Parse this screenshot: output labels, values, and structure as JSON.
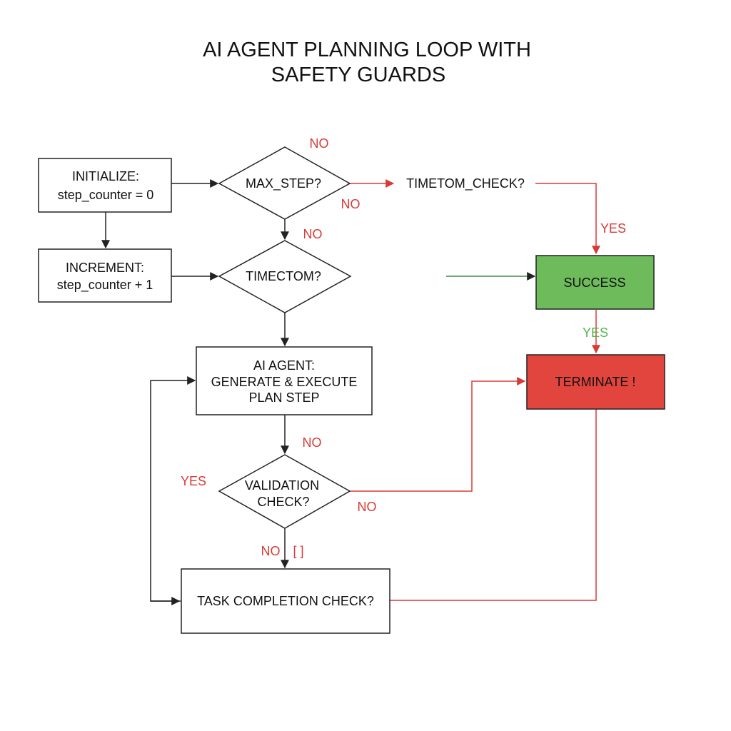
{
  "title": {
    "line1": "AI AGENT PLANNING LOOP WITH",
    "line2": "SAFETY GUARDS"
  },
  "nodes": {
    "initialize": {
      "line1": "INITIALIZE:",
      "line2": "step_counter = 0"
    },
    "increment": {
      "line1": "INCREMENT:",
      "line2": "step_counter + 1"
    },
    "max_step": {
      "text": "MAX_STEP?"
    },
    "timetom_check": {
      "text": "TIMETOM_CHECK?"
    },
    "timectom": {
      "text": "TIMECTOM?"
    },
    "agent": {
      "line1": "AI AGENT:",
      "line2": "GENERATE & EXECUTE",
      "line3": "PLAN STEP"
    },
    "validation": {
      "line1": "VALIDATION",
      "line2": "CHECK?"
    },
    "task_completion": {
      "text": "TASK COMPLETION CHECK?"
    },
    "success": {
      "text": "SUCCESS",
      "fill": "#6dbb5b"
    },
    "terminate": {
      "text": "TERMINATE !",
      "fill": "#e2453d"
    }
  },
  "labels": {
    "no_top": "NO",
    "no_right_of_max": "NO",
    "no_below_max": "NO",
    "yes_into_success": "YES",
    "yes_into_terminate": "YES",
    "no_above_validation": "NO",
    "yes_left_validation": "YES",
    "no_right_validation": "NO",
    "no_below_validation": "NO",
    "bracket_mark": "[ ]"
  },
  "colors": {
    "red": "#d93a35",
    "green": "#4cbb4c",
    "line": "#222222"
  }
}
